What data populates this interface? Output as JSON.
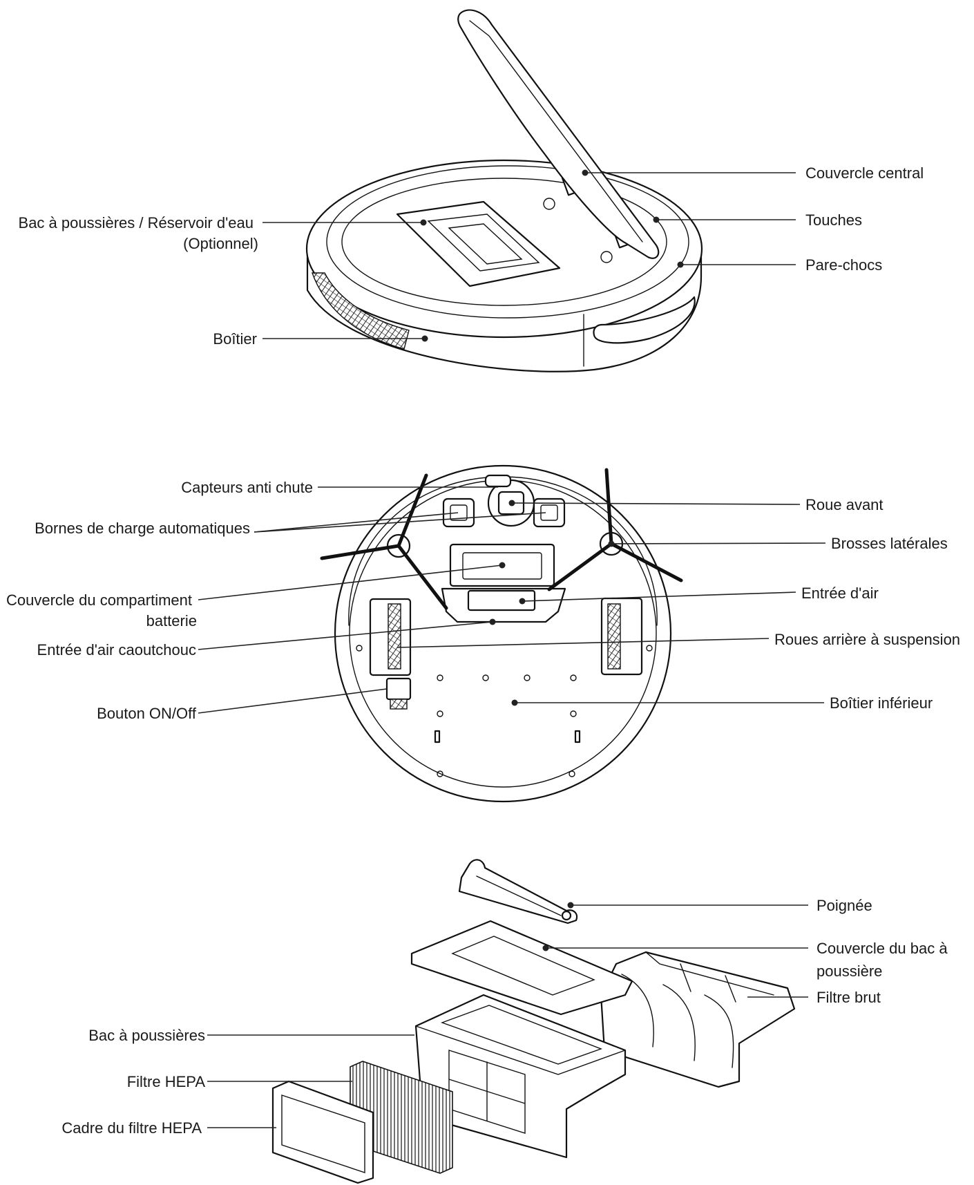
{
  "labels": {
    "top": {
      "couvercle_central": "Couvercle central",
      "touches": "Touches",
      "pare_chocs": "Pare-chocs",
      "bac_reservoir_1": "Bac à poussières / Réservoir d'eau",
      "bac_reservoir_2": "(Optionnel)",
      "boitier": "Boîtier"
    },
    "bottom": {
      "capteurs_anti_chute": "Capteurs anti chute",
      "bornes_charge": "Bornes de charge automatiques",
      "couvercle_batterie_1": "Couvercle du compartiment",
      "couvercle_batterie_2": "batterie",
      "entree_air_caoutchouc": "Entrée d'air caoutchouc",
      "bouton_on_off": "Bouton ON/Off",
      "roue_avant": "Roue avant",
      "brosses_laterales": "Brosses latérales",
      "entree_air": "Entrée d'air",
      "roues_arriere": "Roues arrière à suspension",
      "boitier_inferieur": "Boîtier inférieur"
    },
    "dustbin": {
      "poignee": "Poignée",
      "couvercle_bac_1": "Couvercle du bac à",
      "couvercle_bac_2": "poussière",
      "filtre_brut": "Filtre brut",
      "bac_poussieres": "Bac à poussières",
      "filtre_hepa": "Filtre HEPA",
      "cadre_filtre_hepa": "Cadre du filtre HEPA"
    }
  }
}
